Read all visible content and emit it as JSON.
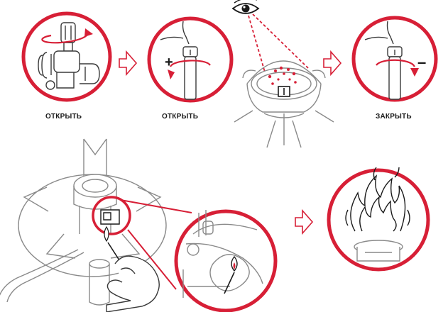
{
  "steps": [
    {
      "label": "ОТКРЫТЬ"
    },
    {
      "label": "ОТКРЫТЬ",
      "sign": "+"
    },
    {
      "label": ""
    },
    {
      "label": "ЗАКРЫТЬ",
      "sign": "–"
    }
  ],
  "colors": {
    "accent": "#d71f36",
    "line": "#3a3a3a",
    "light_line": "#8a8a8a",
    "fill": "#ffffff"
  },
  "icons": [
    "valve-open-icon",
    "eye-icon",
    "arrow-right-icon",
    "flame-icon",
    "match-icon",
    "hand-icon"
  ]
}
